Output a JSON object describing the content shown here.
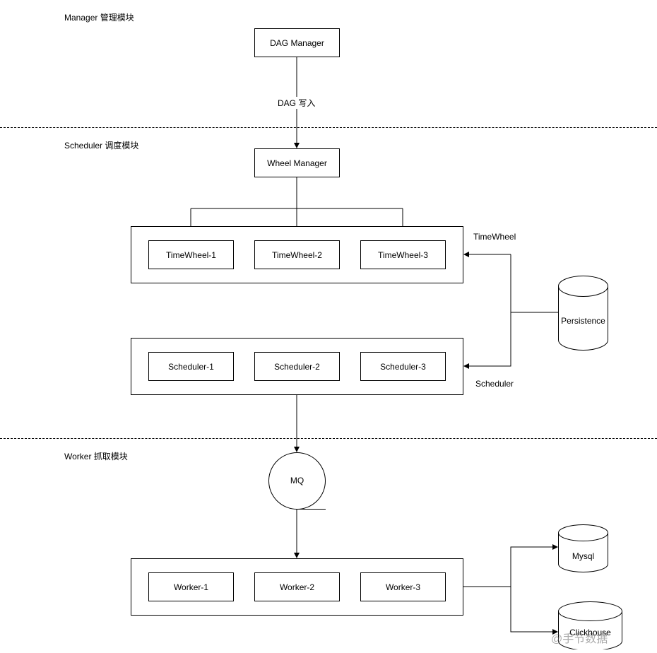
{
  "sections": {
    "manager": "Manager 管理模块",
    "scheduler": "Scheduler 调度模块",
    "worker": "Worker 抓取模块"
  },
  "nodes": {
    "dag_manager": "DAG Manager",
    "wheel_manager": "Wheel Manager",
    "timewheels": [
      "TimeWheel-1",
      "TimeWheel-2",
      "TimeWheel-3"
    ],
    "schedulers": [
      "Scheduler-1",
      "Scheduler-2",
      "Scheduler-3"
    ],
    "workers": [
      "Worker-1",
      "Worker-2",
      "Worker-3"
    ],
    "mq": "MQ",
    "persistence": "Persistence",
    "mysql": "Mysql",
    "clickhouse": "Clickhouse"
  },
  "group_labels": {
    "timewheel": "TimeWheel",
    "scheduler": "Scheduler"
  },
  "edge_labels": {
    "dag_write": "DAG 写入"
  },
  "watermark": "@手节数据"
}
